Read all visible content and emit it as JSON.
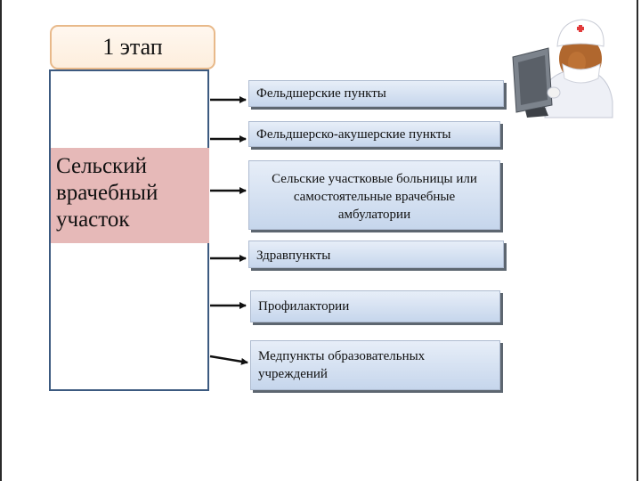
{
  "diagram": {
    "stage_label": "1 этап",
    "district_label": "Сельский врачебный участок",
    "facilities": [
      {
        "label": "Фельдшерские пункты"
      },
      {
        "label": "Фельдшерско-акушерские пункты"
      },
      {
        "label": "Сельские участковые больницы или самостоятельные врачебные амбулатории"
      },
      {
        "label": "Здравпункты"
      },
      {
        "label": "Профилактории"
      },
      {
        "label": "Медпункты образовательных учреждений"
      }
    ]
  },
  "icons": {
    "illustration": "doctor-at-computer-icon"
  }
}
